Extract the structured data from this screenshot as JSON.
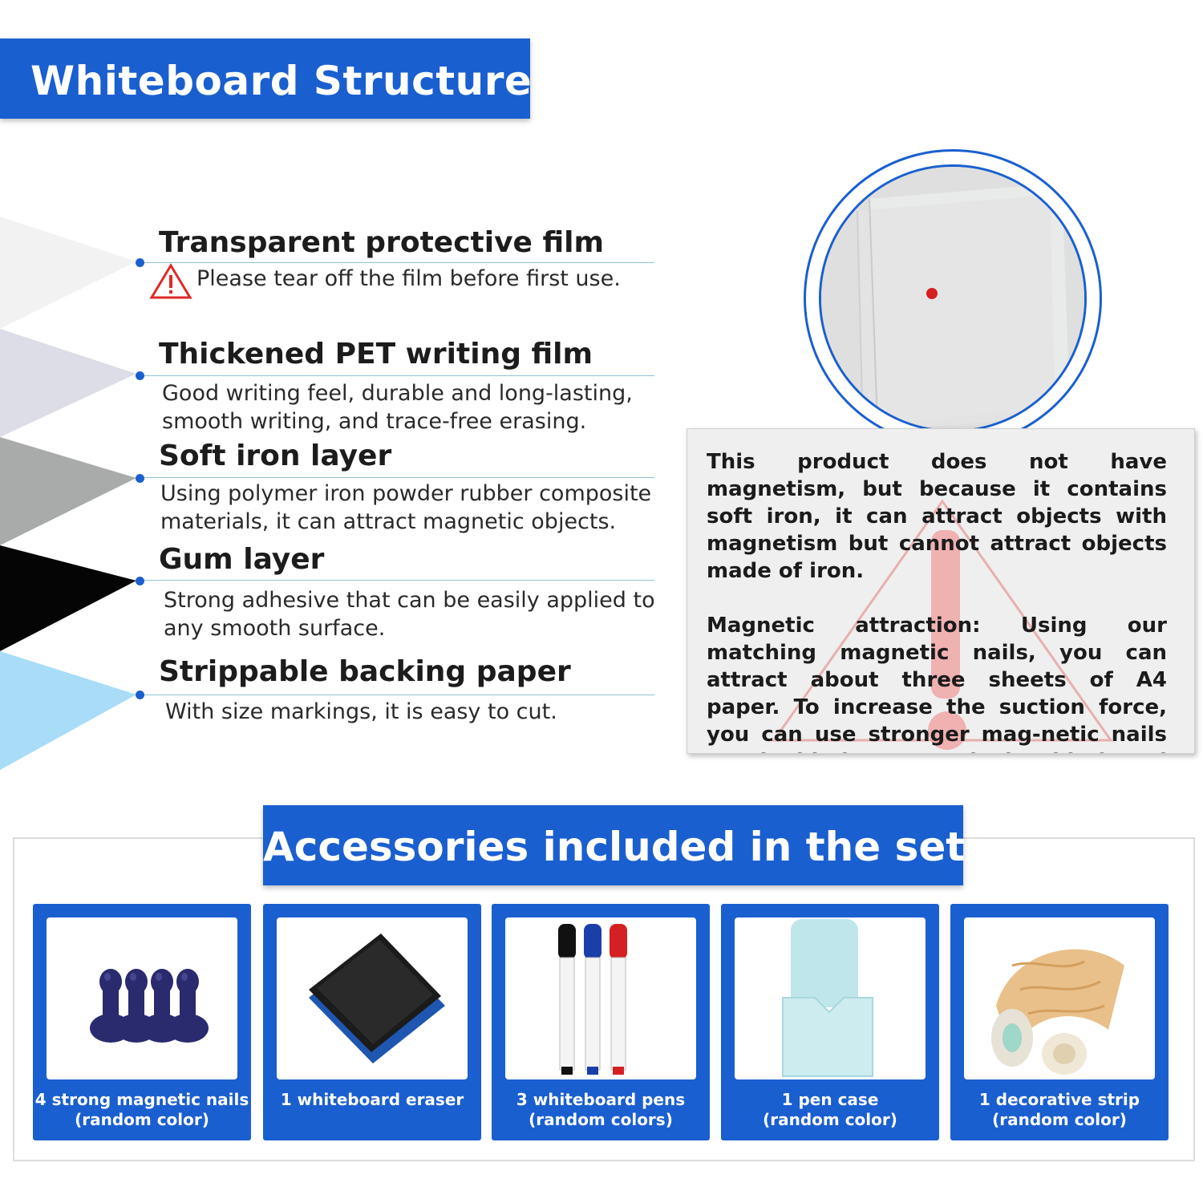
{
  "header": {
    "title": "Whiteboard Structure"
  },
  "layers": [
    {
      "title": "Transparent protective film",
      "lines": [
        "Please tear off the film before first use."
      ],
      "has_warning": true
    },
    {
      "title": "Thickened PET writing film",
      "lines": [
        "Good writing feel, durable and long-lasting,",
        "smooth writing, and trace-free erasing."
      ]
    },
    {
      "title": "Soft iron layer",
      "lines": [
        "Using polymer iron powder rubber composite",
        "materials, it can attract magnetic objects."
      ]
    },
    {
      "title": "Gum layer",
      "lines": [
        "Strong adhesive that can be easily applied to",
        "any smooth surface."
      ]
    },
    {
      "title": "Strippable backing paper",
      "lines": [
        "With size markings, it is easy to cut."
      ]
    }
  ],
  "layer_colors": [
    "#f2f2f2",
    "#dcdde6",
    "#a9aaaa",
    "#050505",
    "#a8dcf7"
  ],
  "icons": {
    "warning": "warning-triangle-icon"
  },
  "note": {
    "paragraph1": "This product does not have magnetism, but because it contains soft iron, it can attract objects with magnetism but cannot attract objects made of iron.",
    "paragraph2": "Magnetic attraction: Using our matching magnetic nails, you can attract about three sheets of A4 paper. To increase the suction force, you can use stronger mag-netic nails or double-layer stacked whiteboard paper."
  },
  "accessories": {
    "title": "Accessories included in the set",
    "items": [
      {
        "line1": "4 strong magnetic nails",
        "line2": "(random color)"
      },
      {
        "line1": "1 whiteboard eraser",
        "line2": ""
      },
      {
        "line1": "3 whiteboard pens",
        "line2": "(random colors)"
      },
      {
        "line1": "1 pen case",
        "line2": "(random color)"
      },
      {
        "line1": "1 decorative strip",
        "line2": "(random color)"
      }
    ]
  },
  "colors": {
    "brand_blue": "#1a5fd0",
    "accent_teal": "#8fc2cf",
    "warning_red": "#e02828"
  }
}
